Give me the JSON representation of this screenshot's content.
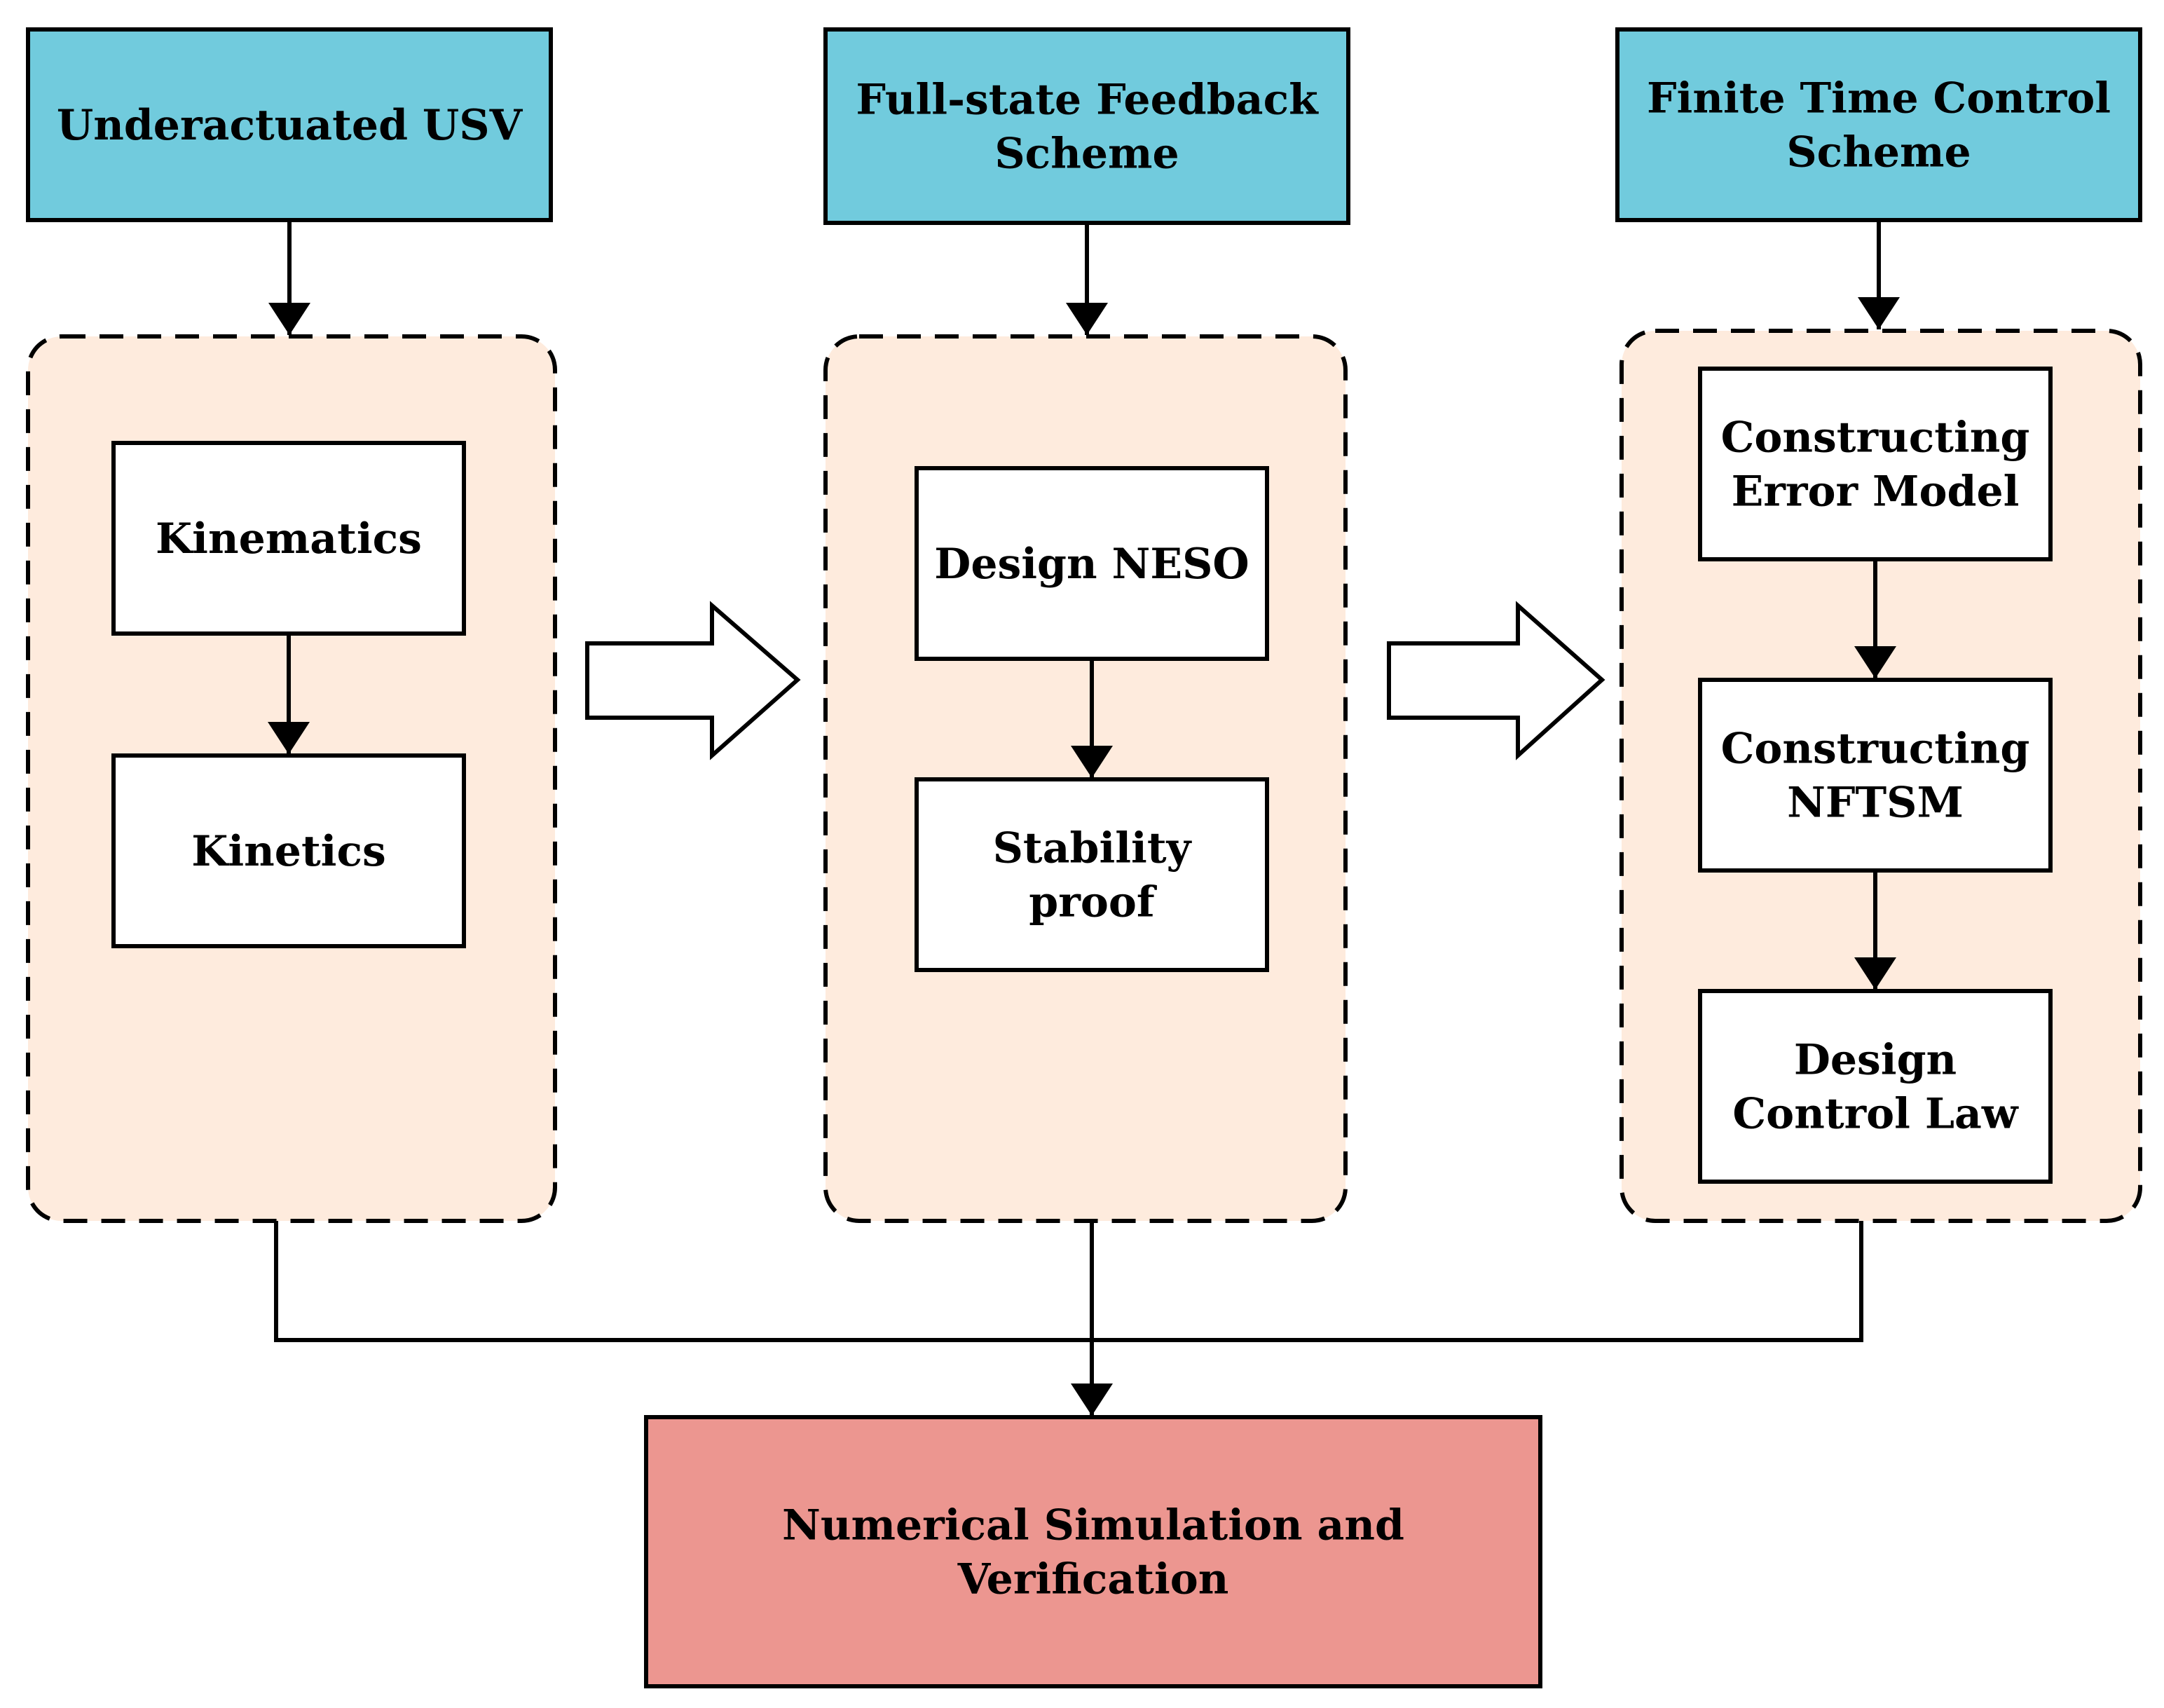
{
  "colors": {
    "header_fill": "#71cbdd",
    "group_fill": "#feebdd",
    "result_fill": "#ec9690",
    "inner_fill": "#ffffff",
    "stroke": "#000000"
  },
  "headers": {
    "usv": [
      "Underactuated USV"
    ],
    "feedback": [
      "Full-state Feedback",
      "Scheme"
    ],
    "finite_time": [
      "Finite Time Control",
      "Scheme"
    ]
  },
  "groups": {
    "model": {
      "kinematics": [
        "Kinematics"
      ],
      "kinetics": [
        "Kinetics"
      ]
    },
    "observer": {
      "design_neso": [
        "Design NESO"
      ],
      "stability_proof": [
        "Stability",
        "proof"
      ]
    },
    "control": {
      "error_model": [
        "Constructing",
        "Error Model"
      ],
      "nftsm": [
        "Constructing",
        "NFTSM"
      ],
      "control_law": [
        "Design",
        "Control Law"
      ]
    }
  },
  "result": [
    "Numerical Simulation and",
    "Verification"
  ]
}
